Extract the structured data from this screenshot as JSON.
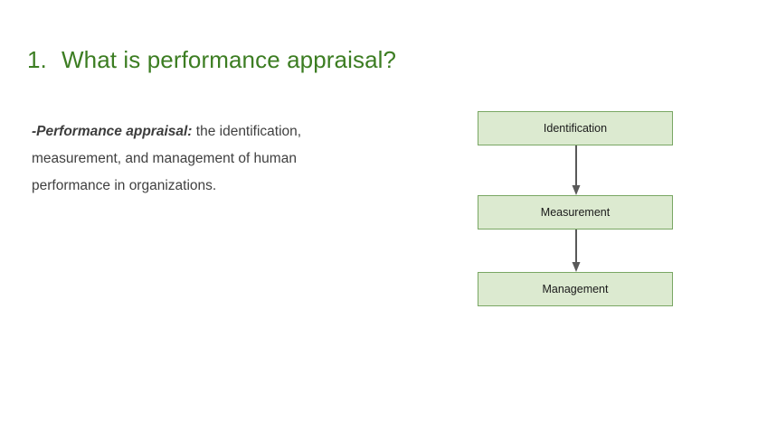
{
  "slide": {
    "title": {
      "number": "1.",
      "text": "What is performance appraisal?"
    },
    "body": {
      "lead": "-Performance appraisal:",
      "rest": " the identification, measurement, and management of human performance in organizations."
    },
    "diagram": {
      "type": "flowchart-vertical",
      "nodes": [
        {
          "label": "Identification"
        },
        {
          "label": "Measurement"
        },
        {
          "label": "Management"
        }
      ],
      "connectors": [
        {
          "from": "Identification",
          "to": "Measurement",
          "style": "arrow-down"
        },
        {
          "from": "Measurement",
          "to": "Management",
          "style": "arrow-down"
        }
      ]
    },
    "colors": {
      "title": "#3c7d22",
      "body_text": "#404040",
      "box_fill": "#dcead0",
      "box_border": "#79a763",
      "box_text": "#1a1a1a",
      "arrow": "#595959",
      "background": "#ffffff"
    }
  }
}
